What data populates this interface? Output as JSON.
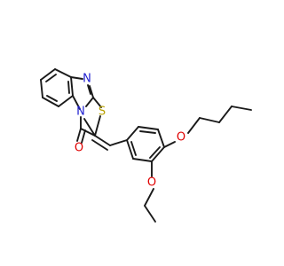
{
  "molecule": {
    "atoms": [
      {
        "id": "n_top",
        "symbol": "N",
        "color": "#1f1fd0"
      },
      {
        "id": "n_ring",
        "symbol": "N",
        "color": "#1f1fd0"
      },
      {
        "id": "s_thiazole",
        "symbol": "S",
        "color": "#b8a000"
      },
      {
        "id": "o_carbonyl",
        "symbol": "O",
        "color": "#e00000"
      },
      {
        "id": "o_butoxy",
        "symbol": "O",
        "color": "#e00000"
      },
      {
        "id": "o_ethoxy",
        "symbol": "O",
        "color": "#e00000"
      }
    ],
    "bond_color": "#1a1a1a"
  }
}
